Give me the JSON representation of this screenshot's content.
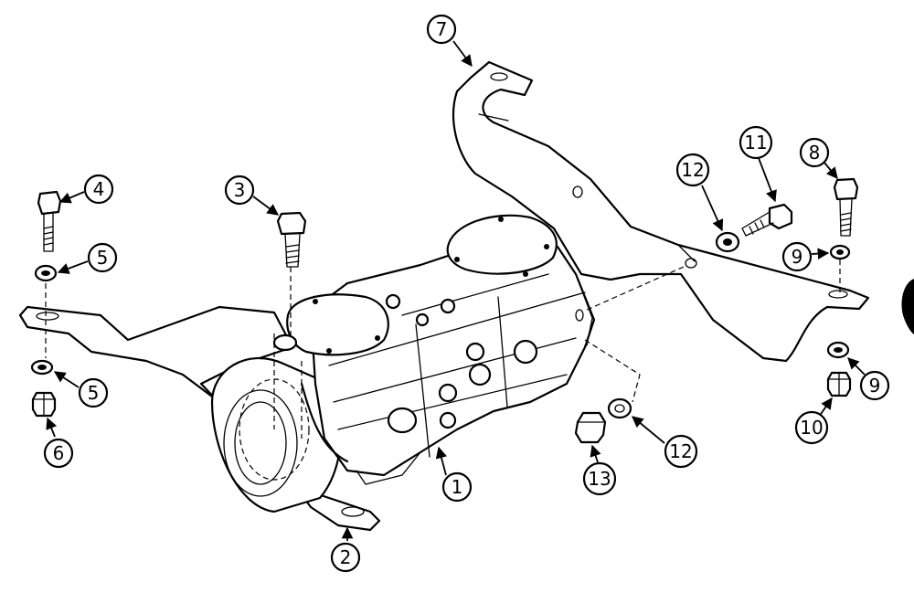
{
  "callouts": {
    "c1": "1",
    "c2": "2",
    "c3": "3",
    "c4": "4",
    "c5a": "5",
    "c5b": "5",
    "c6": "6",
    "c7": "7",
    "c8": "8",
    "c9a": "9",
    "c9b": "9",
    "c10": "10",
    "c11": "11",
    "c12a": "12",
    "c12b": "12",
    "c13": "13"
  }
}
